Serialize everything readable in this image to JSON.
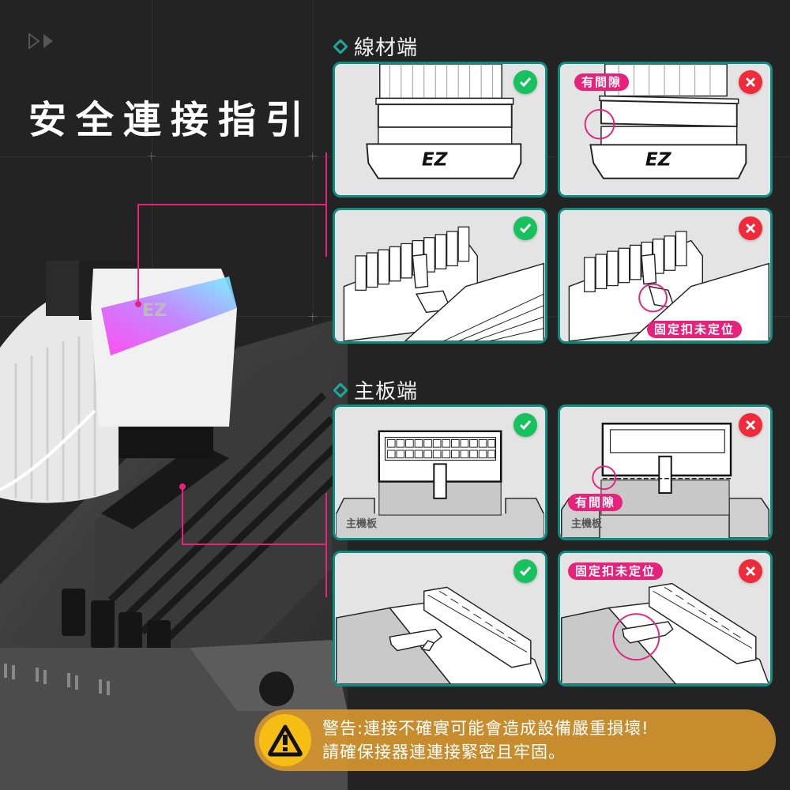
{
  "page": {
    "title": "安全連接指引"
  },
  "sections": [
    {
      "id": "cable-side",
      "title": "線材端",
      "cards": [
        {
          "status": "correct",
          "badge_icon": "check-icon",
          "tag": null,
          "illustration": "ez-connector-flush"
        },
        {
          "status": "incorrect",
          "badge_icon": "close-icon",
          "tag": "有間隙",
          "illustration": "ez-connector-gap"
        },
        {
          "status": "correct",
          "badge_icon": "check-icon",
          "tag": null,
          "illustration": "connector-latch-engaged"
        },
        {
          "status": "incorrect",
          "badge_icon": "close-icon",
          "tag": "固定扣未定位",
          "illustration": "connector-latch-not-seated"
        }
      ]
    },
    {
      "id": "motherboard-side",
      "title": "主板端",
      "cards": [
        {
          "status": "correct",
          "badge_icon": "check-icon",
          "tag": null,
          "board_label": "主機板",
          "illustration": "mb-connector-flush"
        },
        {
          "status": "incorrect",
          "badge_icon": "close-icon",
          "tag": "有間隙",
          "board_label": "主機板",
          "illustration": "mb-connector-gap"
        },
        {
          "status": "correct",
          "badge_icon": "check-icon",
          "tag": null,
          "illustration": "mb-latch-engaged"
        },
        {
          "status": "incorrect",
          "badge_icon": "close-icon",
          "tag": "固定扣未定位",
          "illustration": "mb-latch-not-seated"
        }
      ]
    }
  ],
  "warning": {
    "icon": "warning-triangle-icon",
    "line1": "警告:連接不確實可能會造成設備嚴重損壞!",
    "line2": "請確保接器連連接緊密且牢固。"
  },
  "colors": {
    "background": "#232323",
    "accent_teal": "#0f8c81",
    "accent_pink": "#e6227a",
    "ok_green": "#17c25e",
    "error_red": "#ef2b3b",
    "warning_amber": "#d69630",
    "warning_icon": "#f6bd14"
  }
}
